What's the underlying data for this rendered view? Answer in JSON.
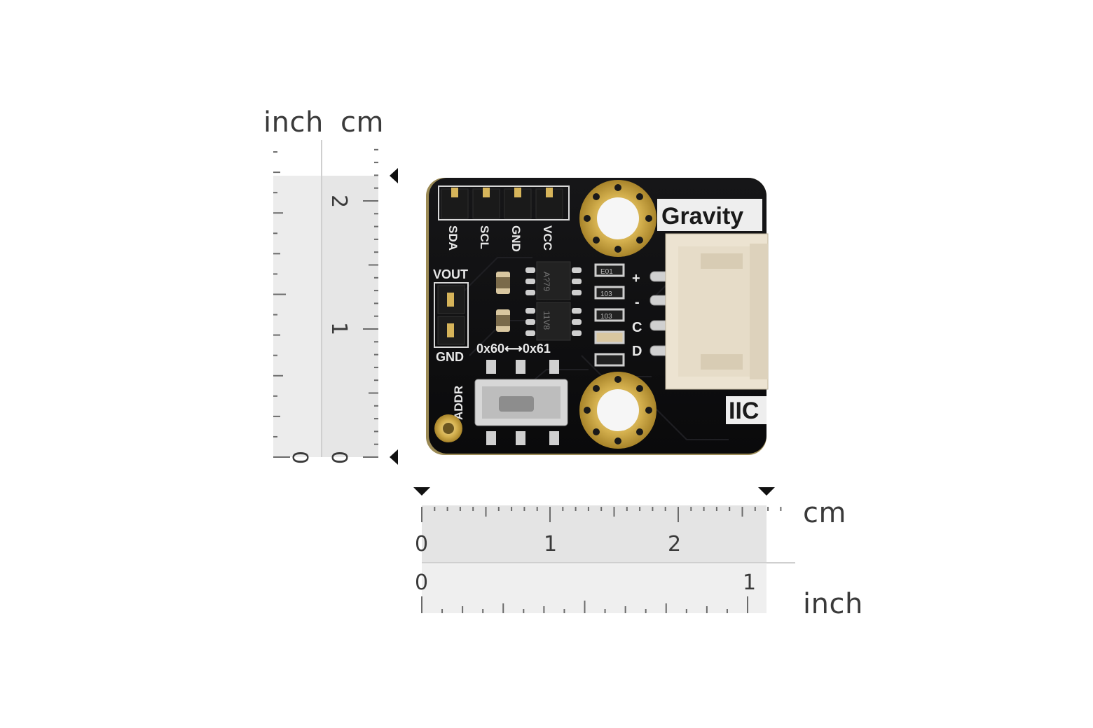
{
  "rulers": {
    "vertical": {
      "inch_label": "inch",
      "cm_label": "cm",
      "inch_numbers": [
        "0"
      ],
      "cm_numbers": [
        "0",
        "1",
        "2"
      ]
    },
    "horizontal": {
      "cm_label": "cm",
      "inch_label": "inch",
      "cm_numbers": [
        "0",
        "1",
        "2"
      ],
      "inch_numbers": [
        "0",
        "1"
      ]
    }
  },
  "board": {
    "brand": "Gravity",
    "interface": "IIC",
    "header_pins": [
      "SDA",
      "SCL",
      "GND",
      "VCC"
    ],
    "vout_label": "VOUT",
    "gnd_label": "GND",
    "address_label": "0x60⟷0x61",
    "addr_label": "ADDR",
    "connector_pins": [
      "+",
      "-",
      "C",
      "D"
    ],
    "ic_top_marking": "A?79",
    "ic_bottom_marking": "11V8",
    "resistor_markings": [
      "E01",
      "103",
      "103"
    ]
  },
  "colors": {
    "pcb": "#0d0d0f",
    "gold": "#c9a640",
    "connector": "#ece3d1",
    "ruler_fill": "#e6e6e6",
    "ruler_text": "#3a3a3a"
  }
}
